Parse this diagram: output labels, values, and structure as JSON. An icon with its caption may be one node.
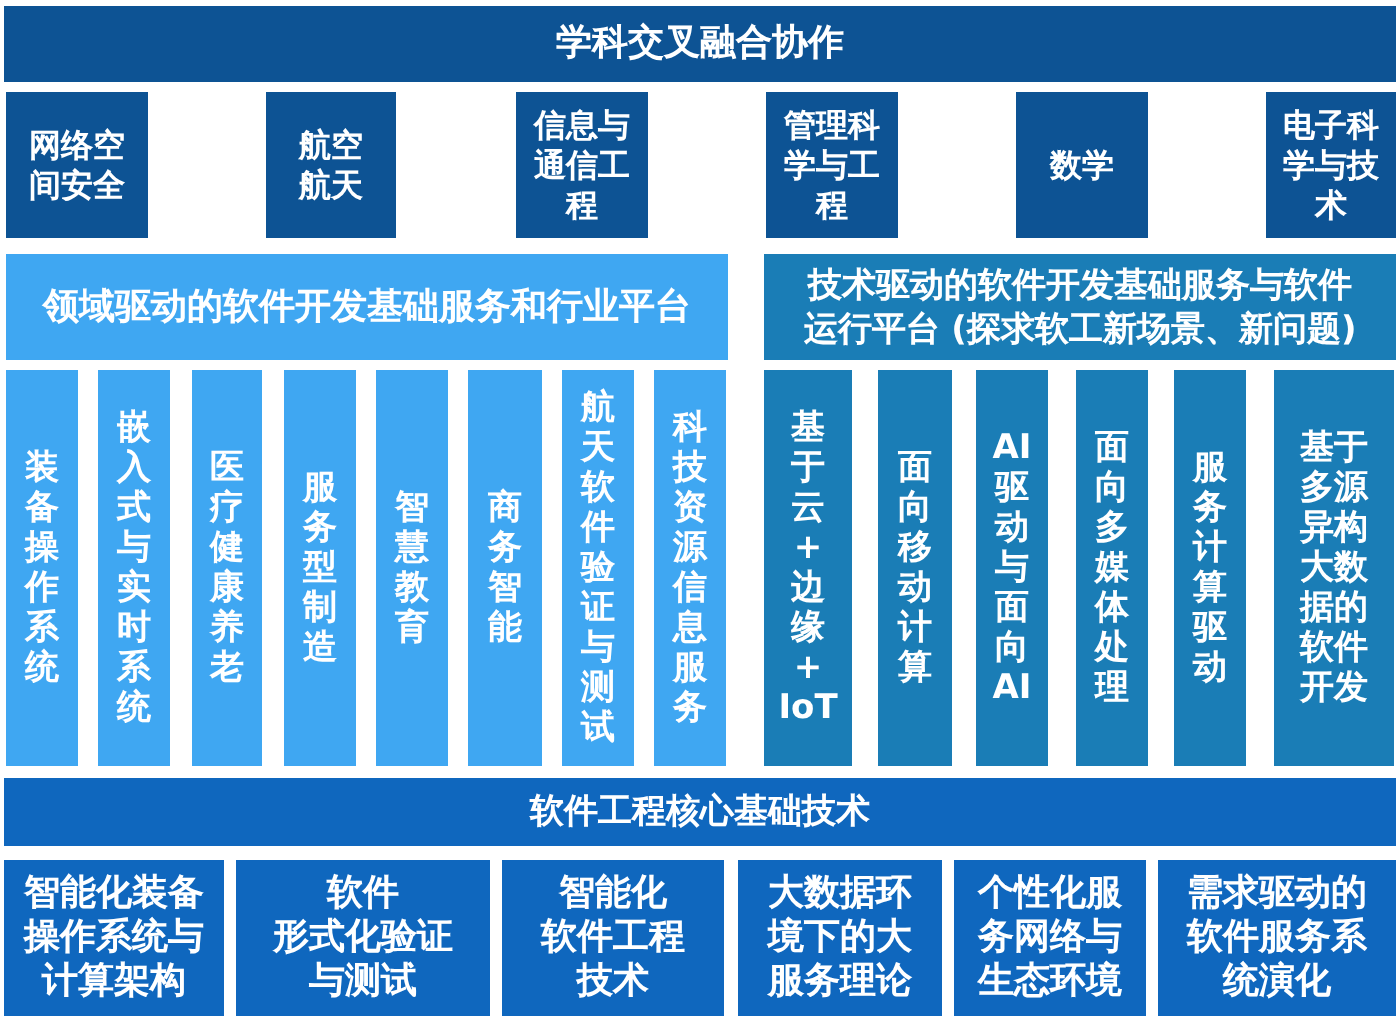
{
  "diagram": {
    "nodes": [
      {
        "text": [
          "学科交叉融合协作"
        ]
      },
      {
        "text": [
          "网络空间安全"
        ]
      },
      {
        "text": [
          "航空航天"
        ]
      },
      {
        "text": [
          "信息与通信工程"
        ]
      },
      {
        "text": [
          "管理科学与工程"
        ]
      },
      {
        "text": [
          "数学"
        ]
      },
      {
        "text": [
          "电子科学与技术"
        ]
      },
      {
        "text": [
          "领域驱动的软件开发基础服务和行业平台"
        ]
      },
      {
        "text": [
          "技术驱动的软件开发基础服务与软件运行平台 (探求软工新场景、新问题)"
        ]
      },
      {
        "text": [
          "装备操作系统"
        ]
      },
      {
        "text": [
          "嵌入式与实时系统"
        ]
      },
      {
        "text": [
          "医疗健康养老"
        ]
      },
      {
        "text": [
          "服务型制造"
        ]
      },
      {
        "text": [
          "智慧教育"
        ]
      },
      {
        "text": [
          "商务智能"
        ]
      },
      {
        "text": [
          "航天软件验证与测试"
        ]
      },
      {
        "text": [
          "科技资源信息服务"
        ]
      },
      {
        "text": [
          "基于云+边缘+IoT"
        ]
      },
      {
        "text": [
          "面向移动计算"
        ]
      },
      {
        "text": [
          "AI驱动与面向AI"
        ]
      },
      {
        "text": [
          "面向多媒体处理"
        ]
      },
      {
        "text": [
          "服务计算驱动"
        ]
      },
      {
        "text": [
          "基于多源异构大数据的软件开发"
        ]
      },
      {
        "text": [
          "软件工程核心基础技术"
        ]
      },
      {
        "text": [
          "智能化装备操作系统与计算架构"
        ]
      },
      {
        "text": [
          "软件形式化验证与测试"
        ]
      },
      {
        "text": [
          "智能化软件工程技术"
        ]
      },
      {
        "text": [
          "大数据环境下的大服务理论"
        ]
      },
      {
        "text": [
          "个性化服务网络与生态环境"
        ]
      },
      {
        "text": [
          "需求驱动的软件服务系统演化"
        ]
      }
    ]
  }
}
